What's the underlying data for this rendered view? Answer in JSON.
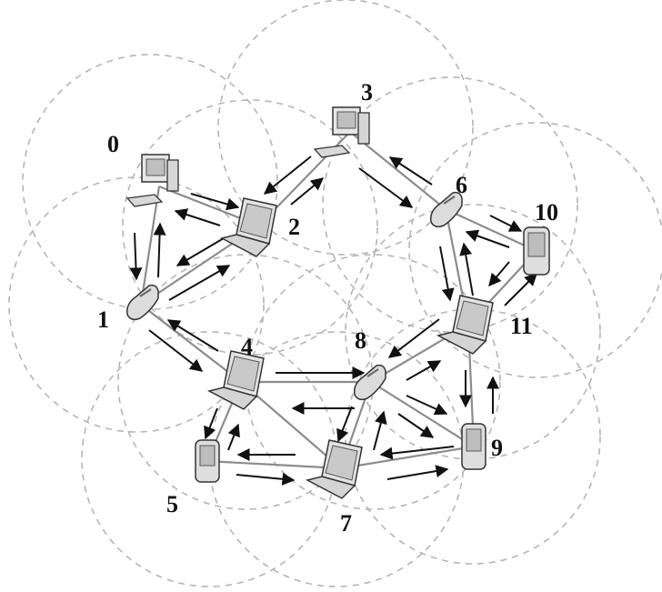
{
  "nodes": [
    {
      "id": "0",
      "kind": "desktop"
    },
    {
      "id": "1",
      "kind": "phone"
    },
    {
      "id": "2",
      "kind": "laptop"
    },
    {
      "id": "3",
      "kind": "desktop"
    },
    {
      "id": "4",
      "kind": "laptop"
    },
    {
      "id": "5",
      "kind": "pda"
    },
    {
      "id": "6",
      "kind": "phone"
    },
    {
      "id": "7",
      "kind": "laptop"
    },
    {
      "id": "8",
      "kind": "phone"
    },
    {
      "id": "9",
      "kind": "pda"
    },
    {
      "id": "10",
      "kind": "pda"
    },
    {
      "id": "11",
      "kind": "laptop"
    }
  ],
  "links": [
    [
      "0",
      "1"
    ],
    [
      "0",
      "2"
    ],
    [
      "1",
      "2"
    ],
    [
      "2",
      "3"
    ],
    [
      "3",
      "6"
    ],
    [
      "6",
      "10"
    ],
    [
      "6",
      "11"
    ],
    [
      "10",
      "11"
    ],
    [
      "1",
      "4"
    ],
    [
      "4",
      "8"
    ],
    [
      "8",
      "11"
    ],
    [
      "4",
      "5"
    ],
    [
      "4",
      "7"
    ],
    [
      "5",
      "7"
    ],
    [
      "7",
      "8"
    ],
    [
      "8",
      "9"
    ],
    [
      "9",
      "11"
    ],
    [
      "7",
      "9"
    ]
  ],
  "colors": {
    "range": "#b5b5b5",
    "link": "#8c8c8c",
    "arrow": "#111111",
    "label": "#111111"
  }
}
